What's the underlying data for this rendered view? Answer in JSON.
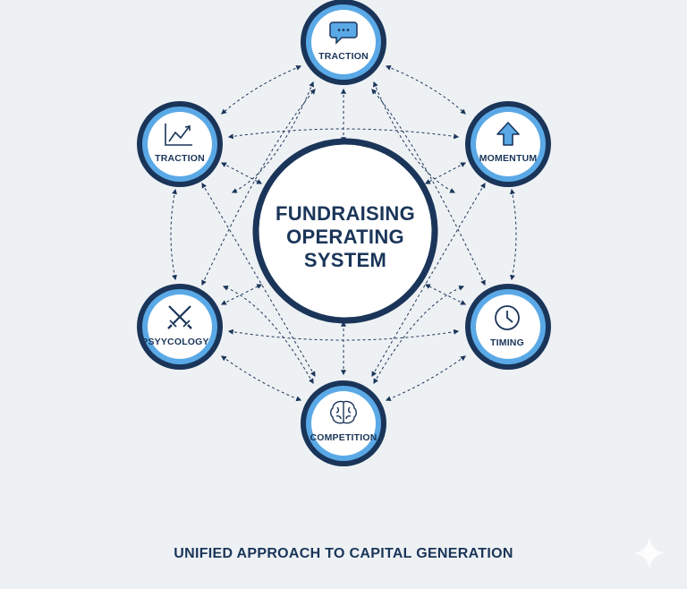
{
  "center": {
    "lines": [
      "FUNDRAISING",
      "OPERATING",
      "SYSTEM"
    ]
  },
  "nodes": [
    {
      "id": "top",
      "label": "TRACTION",
      "icon": "chat-bubble-icon"
    },
    {
      "id": "upper-left",
      "label": "TRACTION",
      "icon": "line-chart-icon"
    },
    {
      "id": "upper-right",
      "label": "MOMENTUM",
      "icon": "up-arrow-icon"
    },
    {
      "id": "lower-left",
      "label": "PSYYCOLOGY",
      "icon": "crossed-swords-icon"
    },
    {
      "id": "lower-right",
      "label": "TIMING",
      "icon": "clock-icon"
    },
    {
      "id": "bottom",
      "label": "COMPETITION",
      "icon": "brain-icon"
    }
  ],
  "caption": "UNIFIED APPROACH TO CAPITAL GENERATION",
  "colors": {
    "navy": "#1a3559",
    "accent_blue": "#5aa9e6",
    "background": "#eef1f4"
  }
}
